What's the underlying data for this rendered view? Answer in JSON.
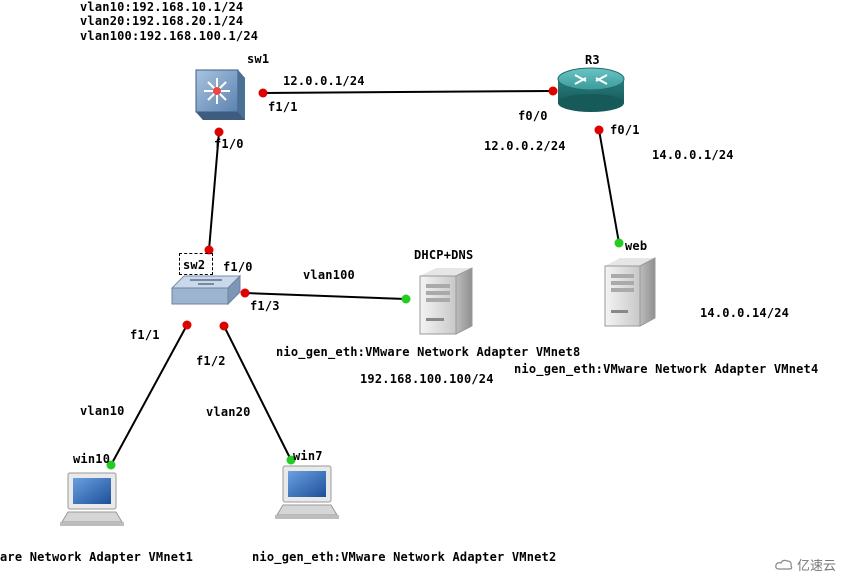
{
  "switch_sw1": {
    "name": "sw1",
    "vlan10_ip": "vlan10:192.168.10.1/24",
    "vlan20_ip": "vlan20:192.168.20.1/24",
    "vlan100_ip": "vlan100:192.168.100.1/24",
    "port_f1_1": "f1/1",
    "port_f1_0": "f1/0",
    "link_ip": "12.0.0.1/24"
  },
  "router_r3": {
    "name": "R3",
    "port_f0_0": "f0/0",
    "port_f0_1": "f0/1",
    "f0_0_ip": "12.0.0.2/24",
    "f0_1_ip": "14.0.0.1/24"
  },
  "switch_sw2": {
    "name": "sw2",
    "port_f1_0": "f1/0",
    "port_f1_1": "f1/1",
    "port_f1_2": "f1/2",
    "port_f1_3": "f1/3",
    "vlan100": "vlan100",
    "vlan10": "vlan10",
    "vlan20": "vlan20"
  },
  "server_dhcp": {
    "name": "DHCP+DNS",
    "adapter": "nio_gen_eth:VMware Network Adapter VMnet8",
    "ip": "192.168.100.100/24"
  },
  "server_web": {
    "name": "web",
    "adapter": "nio_gen_eth:VMware Network Adapter VMnet4",
    "ip": "14.0.0.14/24"
  },
  "host_win10": {
    "name": "win10",
    "adapter": "are Network Adapter VMnet1"
  },
  "host_win7": {
    "name": "win7",
    "adapter": "nio_gen_eth:VMware Network Adapter VMnet2"
  },
  "watermark": {
    "text": "亿速云"
  },
  "colors": {
    "port_down": "#e00000",
    "port_up": "#22cc22",
    "router": "#2a8a8a",
    "switch_l3": "#7aa0c8"
  }
}
